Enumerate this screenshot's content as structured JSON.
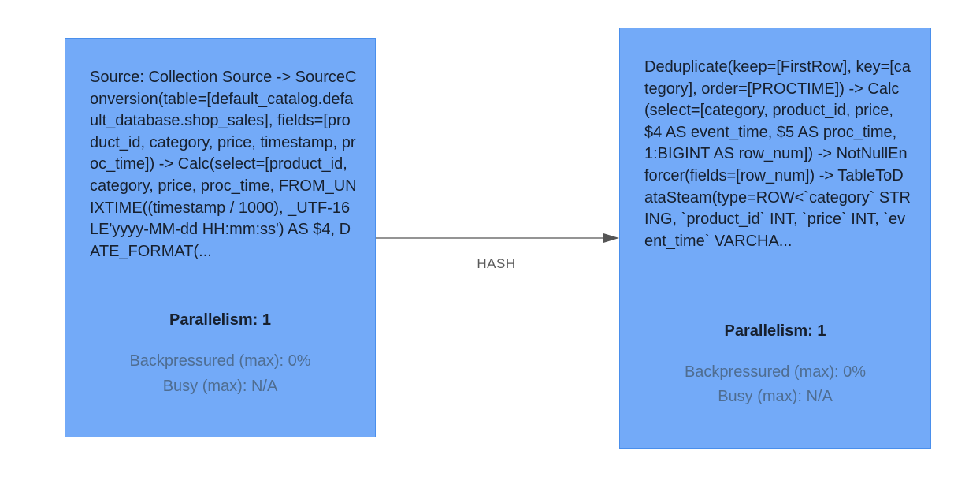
{
  "nodes": [
    {
      "description": "Source: Collection Source -> SourceConversion(table=[default_catalog.default_database.shop_sales], fields=[product_id, category, price, timestamp, proc_time]) -> Calc(select=[product_id, category, price, proc_time, FROM_UNIXTIME((timestamp / 1000), _UTF-16LE'yyyy-MM-dd HH:mm:ss') AS $4, DATE_FORMAT(...",
      "parallelism": "Parallelism: 1",
      "backpressured": "Backpressured (max): 0%",
      "busy": "Busy (max): N/A"
    },
    {
      "description": "Deduplicate(keep=[FirstRow], key=[category], order=[PROCTIME]) -> Calc(select=[category, product_id, price, $4 AS event_time, $5 AS proc_time, 1:BIGINT AS row_num]) -> NotNullEnforcer(fields=[row_num]) -> TableToDataSteam(type=ROW<`category` STRING, `product_id` INT, `price` INT, `event_time` VARCHA...",
      "parallelism": "Parallelism: 1",
      "backpressured": "Backpressured (max): 0%",
      "busy": "Busy (max): N/A"
    }
  ],
  "edge": {
    "label": "HASH"
  },
  "colors": {
    "node_fill": "#73aaf8",
    "node_border": "#4a8fec",
    "edge": "#555555",
    "metric_text": "#4f6d91"
  }
}
